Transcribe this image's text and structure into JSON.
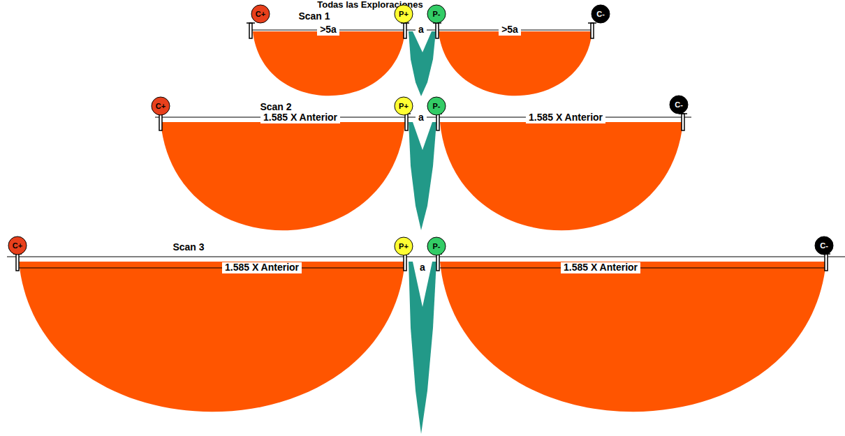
{
  "diagram": {
    "title": "Todas las Exploraciones",
    "nodes": [
      {
        "text": [
          "C+"
        ]
      },
      {
        "text": [
          "P+"
        ]
      },
      {
        "text": [
          "P-"
        ]
      },
      {
        "text": [
          "C-"
        ]
      },
      {
        "text": [
          "C+"
        ]
      },
      {
        "text": [
          "P+"
        ]
      },
      {
        "text": [
          "P-"
        ]
      },
      {
        "text": [
          "C-"
        ]
      },
      {
        "text": [
          "C+"
        ]
      },
      {
        "text": [
          "P+"
        ]
      },
      {
        "text": [
          "P-"
        ]
      },
      {
        "text": [
          "C-"
        ]
      }
    ],
    "labels": [
      "Scan 1",
      ">5a",
      "a",
      ">5a",
      "Scan 2",
      "1.585 X Anterior",
      "a",
      "1.585 X Anterior",
      "Scan 3",
      "1.585 X Anterior",
      "a",
      "1.585 X Anterior"
    ]
  }
}
